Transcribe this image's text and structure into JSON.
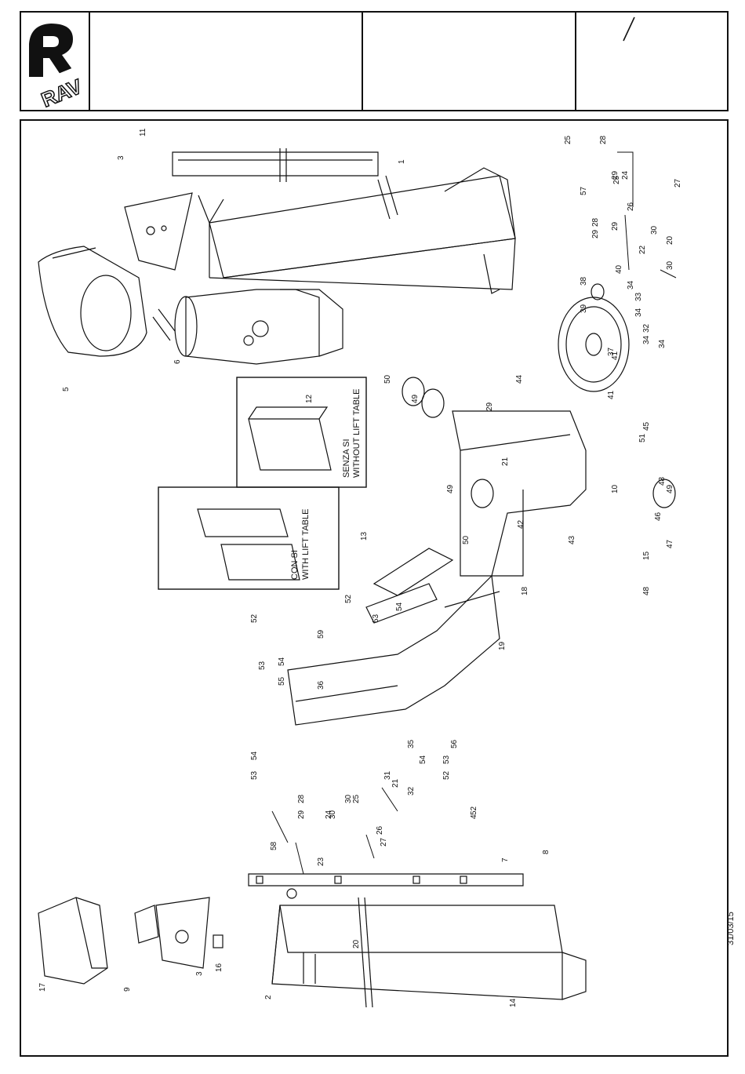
{
  "title_block": {
    "logo_text": "RAV",
    "revision_mark": "/"
  },
  "drawing": {
    "notes": {
      "without_table": [
        "SENZA SI",
        "WITHOUT LIFT TABLE"
      ],
      "with_table": [
        "CON SI",
        "WITH LIFT TABLE"
      ]
    },
    "date": "31/03/15",
    "part_labels": [
      "1",
      "2",
      "3",
      "3",
      "4",
      "5",
      "6",
      "7",
      "8",
      "9",
      "10",
      "11",
      "12",
      "13",
      "14",
      "15",
      "16",
      "17",
      "18",
      "19",
      "20",
      "20",
      "21",
      "21",
      "22",
      "23",
      "24",
      "24",
      "25",
      "25",
      "25",
      "26",
      "26",
      "27",
      "27",
      "28",
      "28",
      "28",
      "29",
      "29",
      "29",
      "29",
      "29",
      "30",
      "30",
      "30",
      "30",
      "31",
      "32",
      "32",
      "33",
      "34",
      "34",
      "34",
      "34",
      "35",
      "36",
      "37",
      "38",
      "39",
      "40",
      "41",
      "41",
      "42",
      "43",
      "44",
      "45",
      "46",
      "47",
      "48",
      "48",
      "49",
      "49",
      "49",
      "50",
      "50",
      "51",
      "52",
      "52",
      "52",
      "52",
      "53",
      "53",
      "53",
      "53",
      "54",
      "54",
      "54",
      "54",
      "55",
      "56",
      "57",
      "58",
      "59"
    ]
  },
  "colors": {
    "line": "#111111",
    "background": "#ffffff"
  }
}
